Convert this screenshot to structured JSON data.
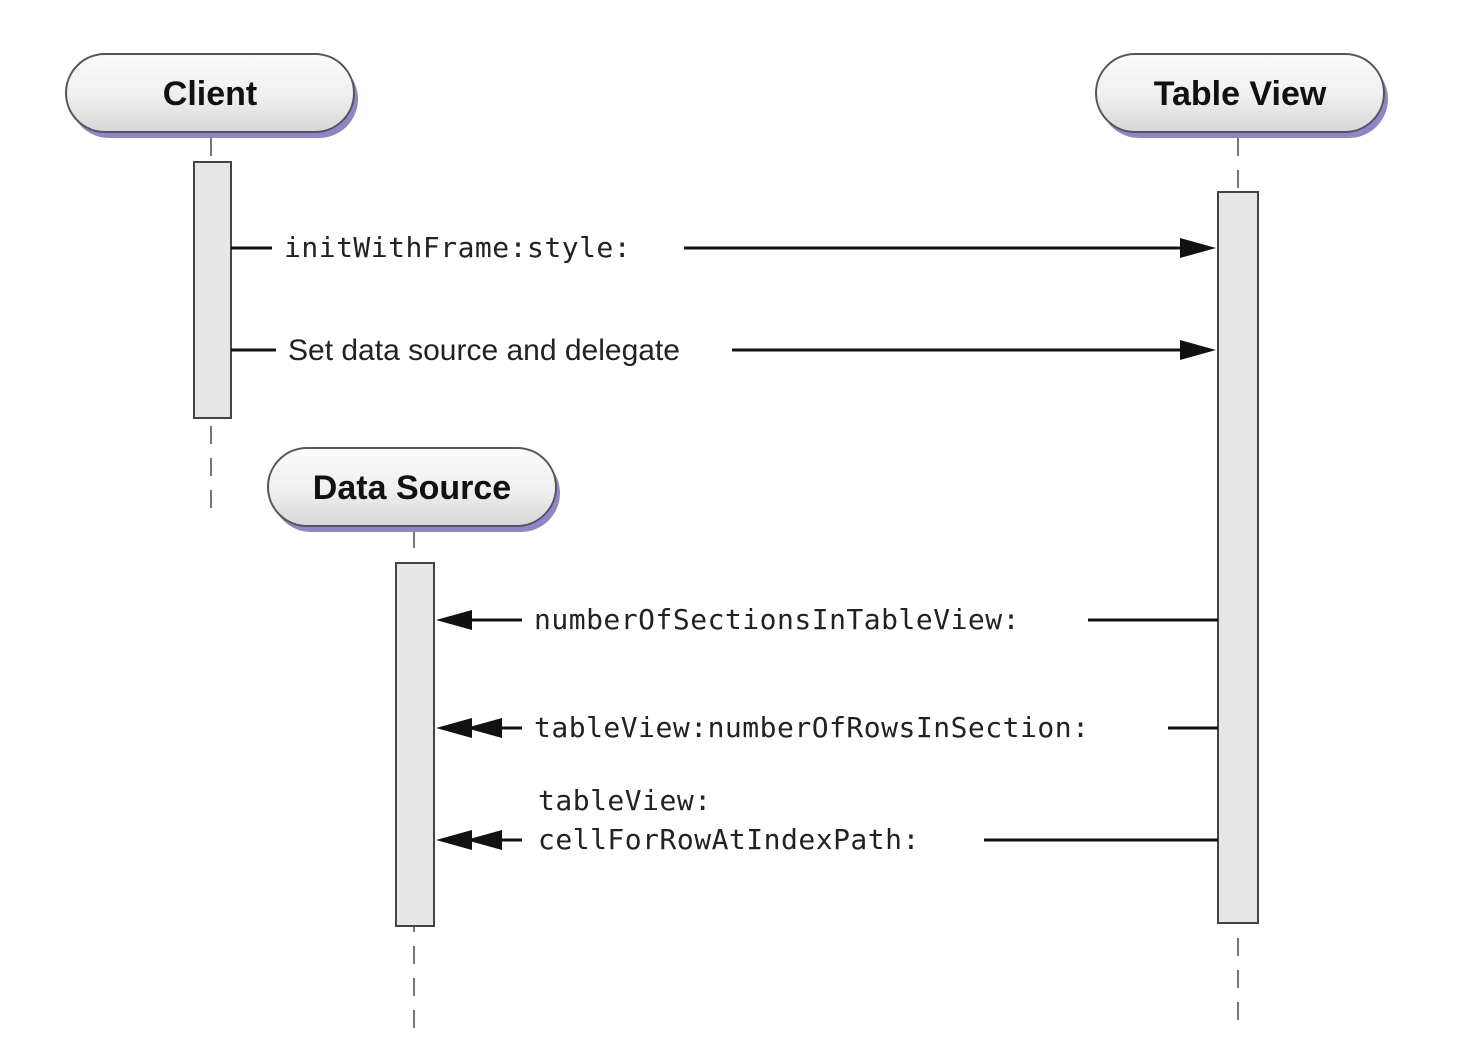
{
  "actors": {
    "client": "Client",
    "table_view": "Table View",
    "data_source": "Data Source"
  },
  "messages": [
    {
      "text": "initWithFrame:style:",
      "from": "Client",
      "to": "Table View",
      "arrow": "single"
    },
    {
      "text": "Set data source and delegate",
      "from": "Client",
      "to": "Table View",
      "arrow": "single"
    },
    {
      "text": "numberOfSectionsInTableView:",
      "from": "Table View",
      "to": "Data Source",
      "arrow": "single"
    },
    {
      "text": "tableView:numberOfRowsInSection:",
      "from": "Table View",
      "to": "Data Source",
      "arrow": "double"
    },
    {
      "text_lines": [
        "tableView:",
        "cellForRowAtIndexPath:"
      ],
      "from": "Table View",
      "to": "Data Source",
      "arrow": "double"
    }
  ],
  "colors": {
    "actor_fill_top": "#fbfbfb",
    "actor_fill_bottom": "#d9d9d9",
    "actor_shadow": "#8c88c8",
    "activation_fill": "#e6e6e6"
  }
}
